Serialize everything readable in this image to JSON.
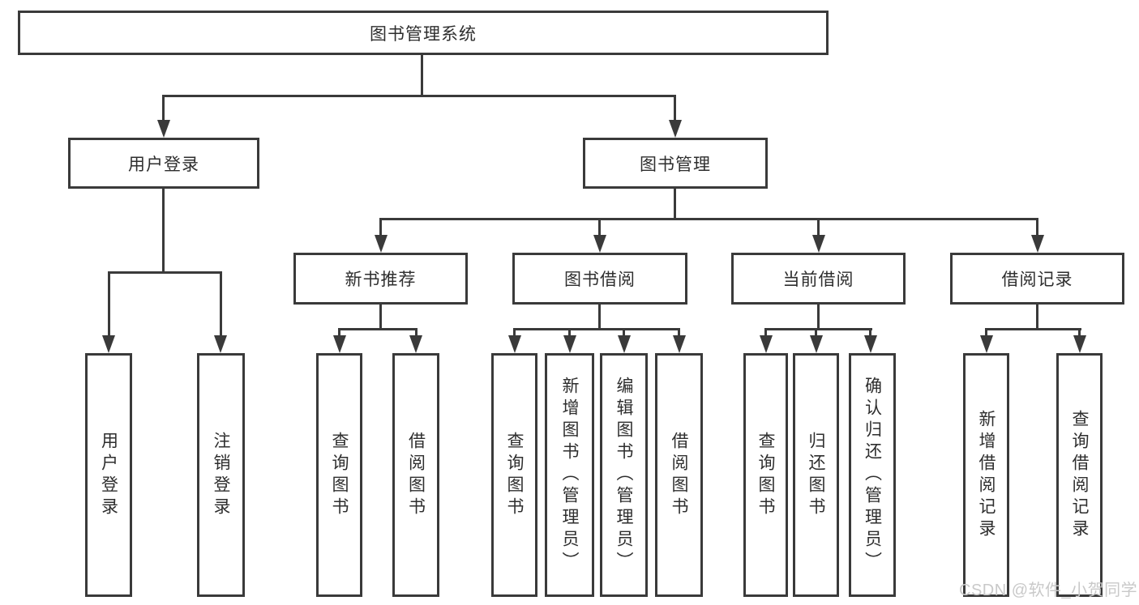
{
  "diagram": {
    "title": "图书管理系统",
    "level2": [
      {
        "label": "用户登录"
      },
      {
        "label": "图书管理"
      }
    ],
    "level3": [
      {
        "label": "新书推荐"
      },
      {
        "label": "图书借阅"
      },
      {
        "label": "当前借阅"
      },
      {
        "label": "借阅记录"
      }
    ],
    "leaves": {
      "user": [
        "用户登录",
        "注销登录"
      ],
      "recommend": [
        "查询图书",
        "借阅图书"
      ],
      "borrow": [
        "查询图书",
        "新增图书（管理员）",
        "编辑图书（管理员）",
        "借阅图书"
      ],
      "current": [
        "查询图书",
        "归还图书",
        "确认归还（管理员）"
      ],
      "records": [
        "新增借阅记录",
        "查询借阅记录"
      ]
    },
    "watermark": "CSDN @软件_小贺同学",
    "colors": {
      "line": "#3a3a3a",
      "text": "#2e2e2e",
      "watermark": "#c9c9c9",
      "background": "#ffffff"
    }
  }
}
